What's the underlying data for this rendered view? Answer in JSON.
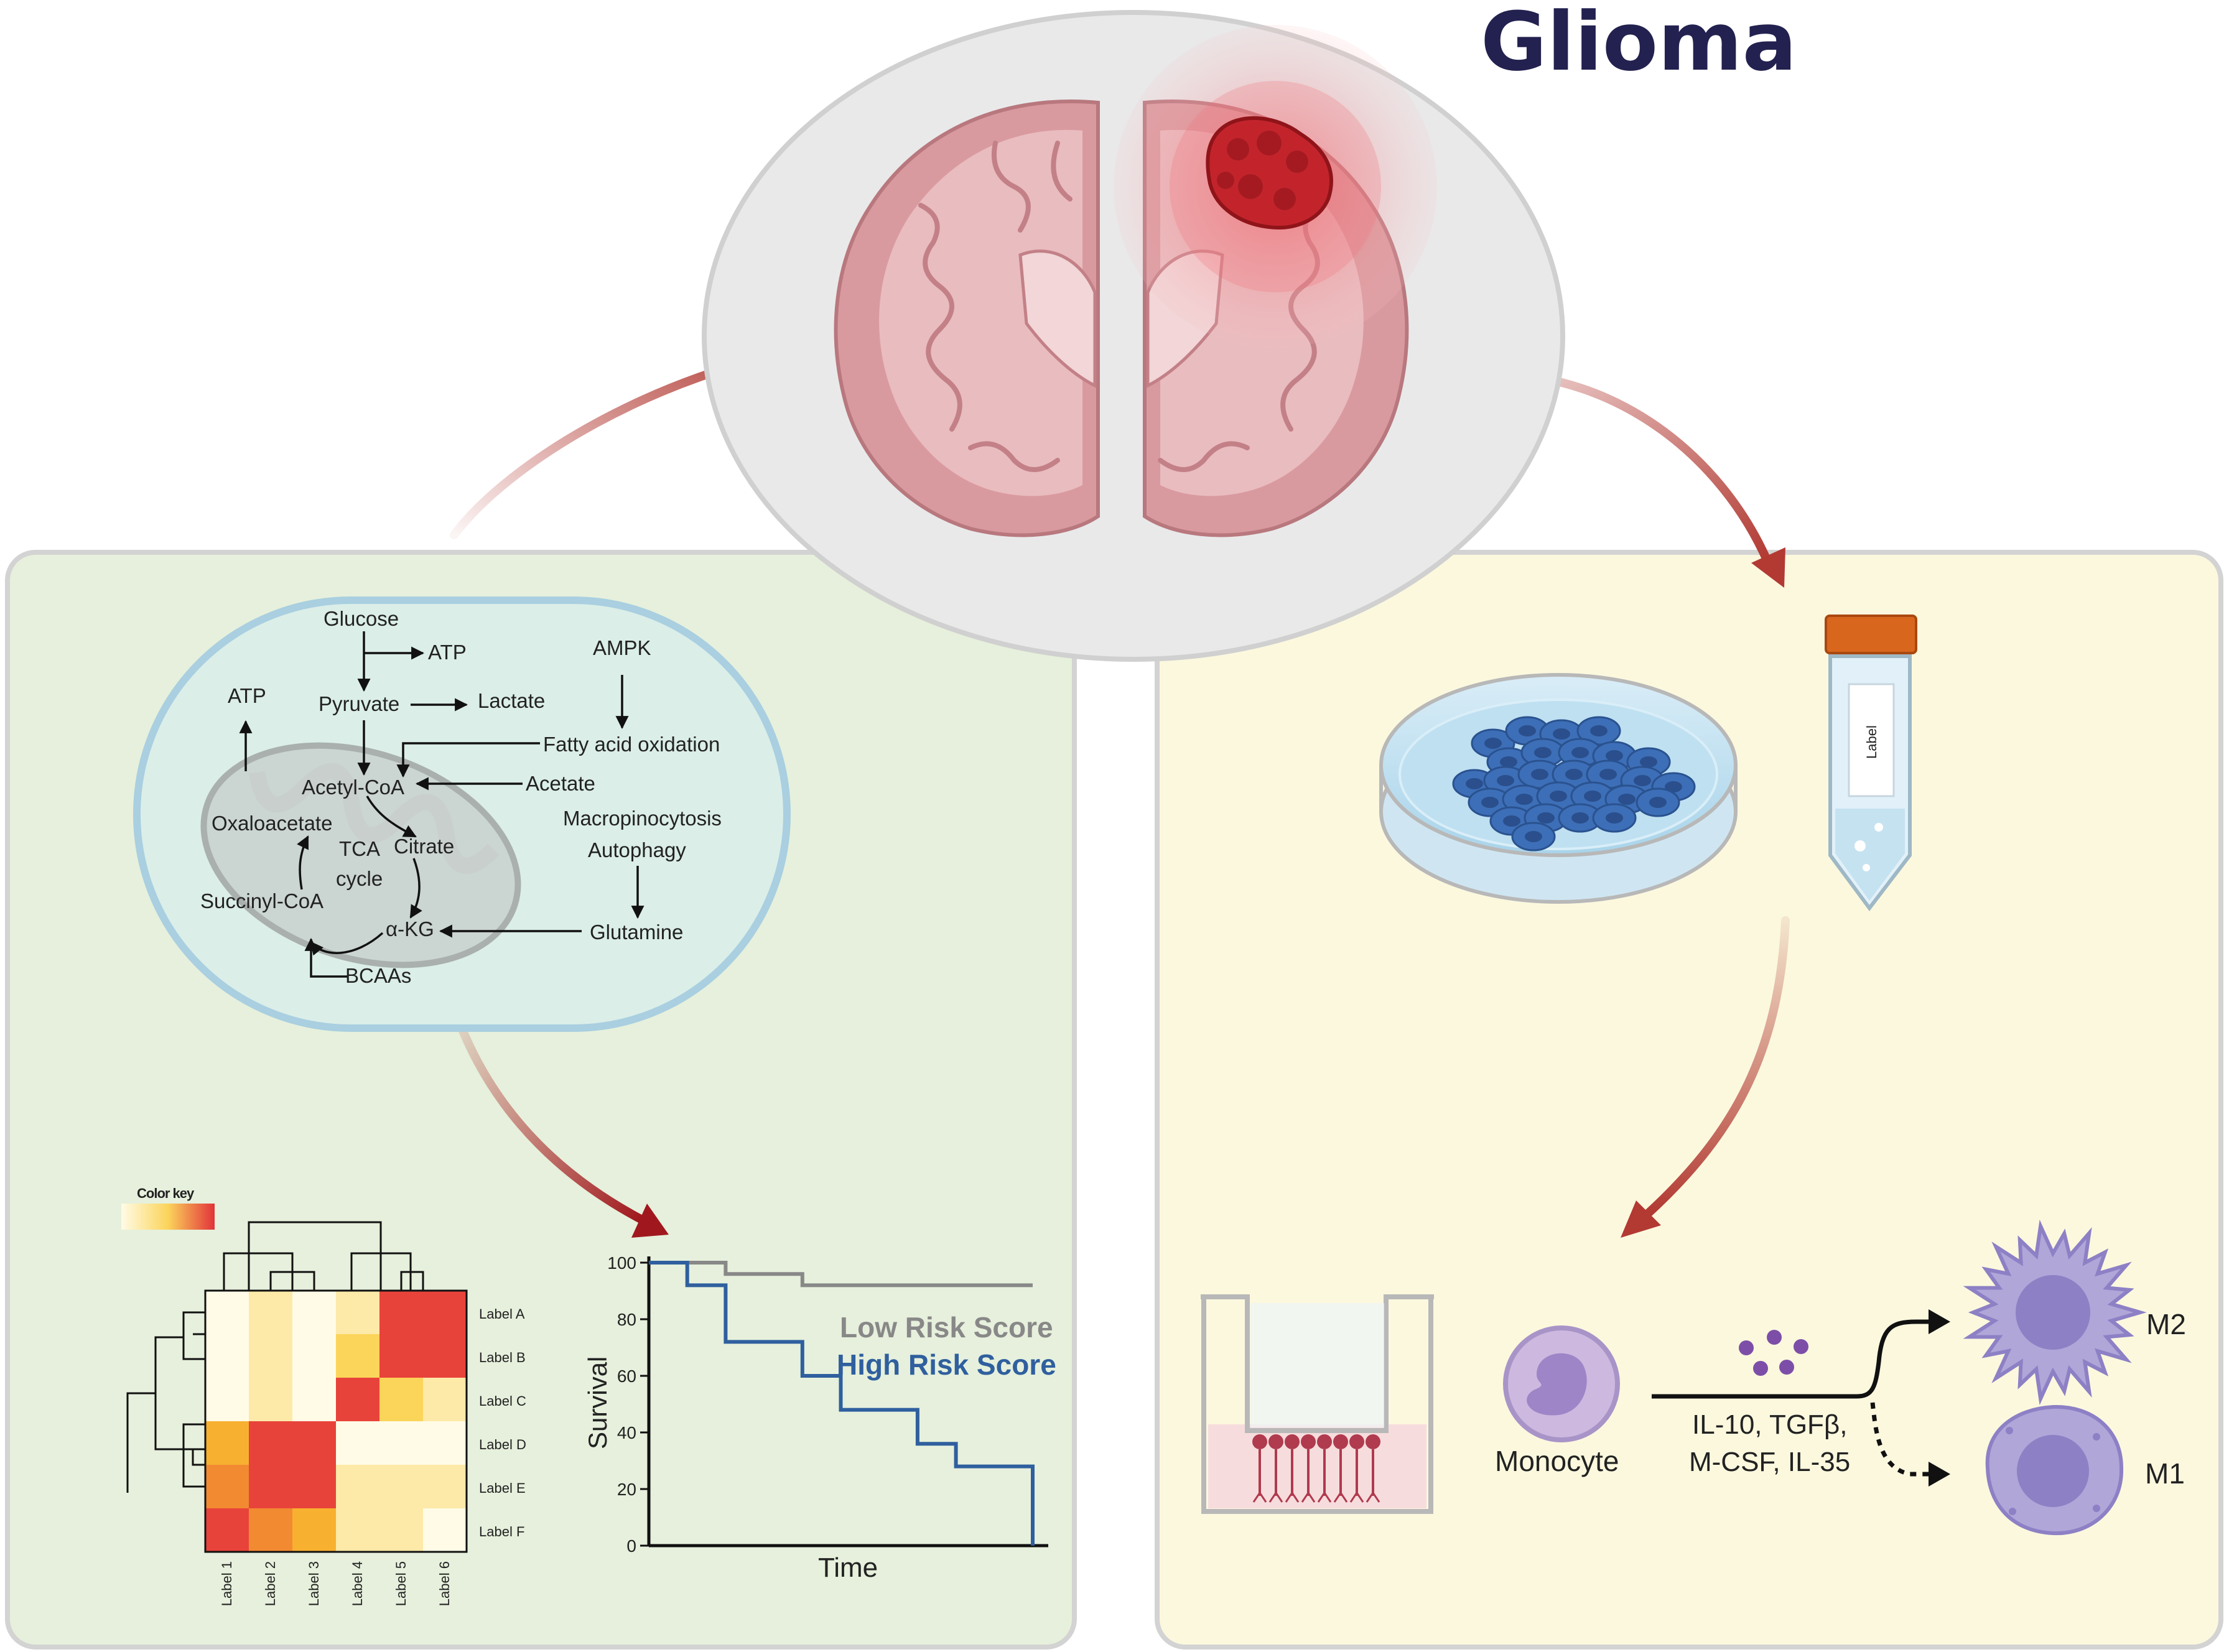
{
  "title": "Glioma",
  "metabolism": {
    "glucose": "Glucose",
    "atp_top": "ATP",
    "ampk": "AMPK",
    "atp_left": "ATP",
    "pyruvate": "Pyruvate",
    "lactate": "Lactate",
    "fatty_acid_oxidation": "Fatty acid oxidation",
    "acetyl_coa": "Acetyl-CoA",
    "acetate": "Acetate",
    "oxaloacetate": "Oxaloacetate",
    "macropinocytosis": "Macropinocytosis",
    "autophagy": "Autophagy",
    "tca": "TCA",
    "cycle": "cycle",
    "citrate": "Citrate",
    "succinyl_coa": "Succinyl-CoA",
    "akg": "α-KG",
    "glutamine": "Glutamine",
    "bcaas": "BCAAs"
  },
  "heatmap": {
    "color_key_label": "Color key",
    "row_labels": [
      "Label A",
      "Label B",
      "Label C",
      "Label D",
      "Label E",
      "Label F"
    ],
    "col_labels": [
      "Label 1",
      "Label 2",
      "Label 3",
      "Label 4",
      "Label 5",
      "Label 6"
    ],
    "colors": {
      "low": "#fffbe6",
      "pale": "#fde9a8",
      "yellow": "#fbd45a",
      "amber": "#f8b030",
      "orange": "#f28a32",
      "red": "#e8433a",
      "deep": "#e24c30"
    }
  },
  "chart_data": {
    "type": "line",
    "xlabel": "Time",
    "ylabel": "Survival",
    "ylim": [
      0,
      100
    ],
    "yticks": [
      "0",
      "20",
      "40",
      "60",
      "80",
      "100"
    ],
    "x": [
      0,
      1,
      2,
      3,
      4,
      5,
      6,
      7,
      8,
      9,
      10
    ],
    "series": [
      {
        "name": "Low Risk Score",
        "color": "#888888",
        "values": [
          100,
          100,
          96,
          96,
          92,
          92,
          92,
          92,
          92,
          92,
          92
        ]
      },
      {
        "name": "High Risk Score",
        "color": "#2f5f9e",
        "values": [
          100,
          92,
          72,
          72,
          60,
          48,
          48,
          36,
          28,
          28,
          0
        ]
      }
    ]
  },
  "right_panel": {
    "tube_label": "Label",
    "monocyte": "Monocyte",
    "cytokines_line1": "IL-10, TGFβ,",
    "cytokines_line2": "M-CSF, IL-35",
    "m2": "M2",
    "m1": "M1"
  },
  "colors": {
    "left_panel_bg": "#e6f0dc",
    "right_panel_bg": "#fbf8de",
    "panel_border": "#d3d3d3",
    "arrow": "#b23a33",
    "title": "#23214f",
    "brain": "#d99a9f",
    "tumor": "#c3242c",
    "cell_membrane": "#a9cfe0",
    "macrophage": "#b0a6d8"
  }
}
